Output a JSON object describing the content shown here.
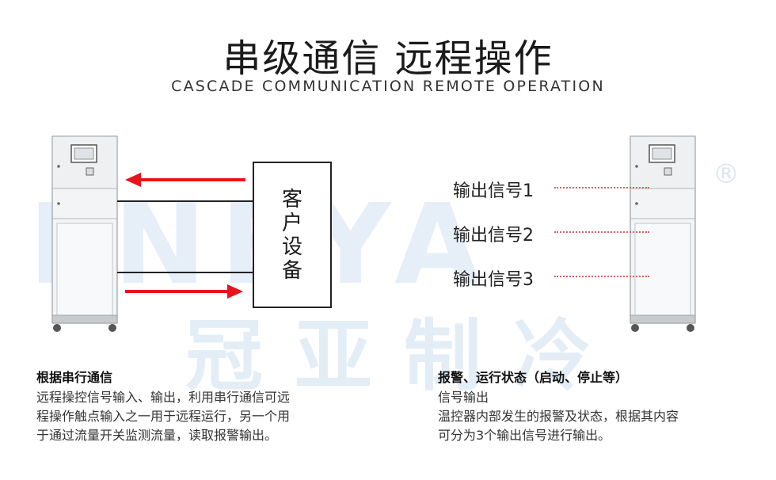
{
  "header": {
    "title": "串级通信 远程操作",
    "subtitle": "CASCADE COMMUNICATION REMOTE OPERATION"
  },
  "watermark": {
    "latin": "LNEYA",
    "chinese": "冠亚制冷",
    "registered": "®"
  },
  "diagram": {
    "client_label": "客户设备",
    "arrow_color": "#e8141c",
    "signals": [
      "输出信号1",
      "输出信号2",
      "输出信号3"
    ]
  },
  "left_block": {
    "title": "根据串行通信",
    "lines": [
      "远程操控信号输入、输出，利用串行通信可远",
      "程操作触点输入之一用于远程运行，另一个用",
      "于通过流量开关监测流量，读取报警输出。"
    ]
  },
  "right_block": {
    "title": "报警、运行状态（启动、停止等）",
    "lines": [
      "信号输出",
      "温控器内部发生的报警及状态，根据其内容",
      "可分为3个输出信号进行输出。"
    ]
  }
}
